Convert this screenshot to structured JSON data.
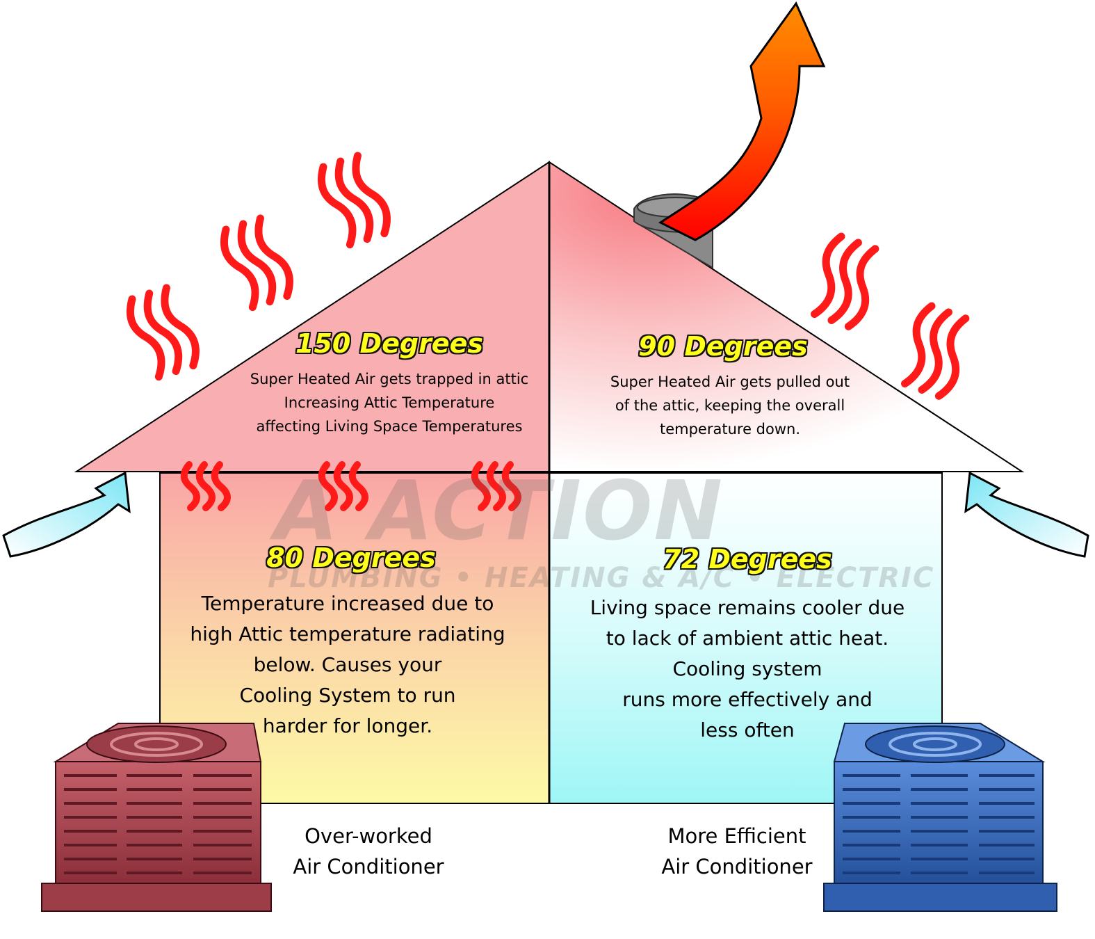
{
  "watermark": {
    "brand": "A ACTION",
    "tagline": "PLUMBING • HEATING & A/C • ELECTRIC"
  },
  "attic_left": {
    "degrees": "150 Degrees",
    "lines": [
      "Super Heated Air gets trapped in attic",
      "Increasing Attic Temperature",
      "affecting Living Space Temperatures"
    ]
  },
  "attic_right": {
    "degrees": "90 Degrees",
    "lines": [
      "Super Heated Air gets pulled out",
      "of the attic, keeping the overall",
      "temperature down."
    ]
  },
  "living_left": {
    "degrees": "80 Degrees",
    "lines": [
      "Temperature increased due to",
      "high Attic temperature radiating",
      "below. Causes your",
      "Cooling System to run",
      "harder for longer."
    ]
  },
  "living_right": {
    "degrees": "72 Degrees",
    "lines": [
      "Living space remains cooler due",
      "to lack of ambient attic heat.",
      "Cooling system",
      "runs more effectively and",
      "less often"
    ]
  },
  "ac_left": {
    "lines": [
      "Over-worked",
      "Air Conditioner"
    ],
    "color": "#c0505f"
  },
  "ac_right": {
    "lines": [
      "More Efficient",
      "Air Conditioner"
    ],
    "color": "#3d6fc4"
  },
  "colors": {
    "heat_wave": "#ff1a1a",
    "attic_left_fill": "#f7a3a8",
    "living_left_fill": "#fdf6a8",
    "living_right_fill": "#aef7f7",
    "intake_arrow": "#9ff0f8",
    "exhaust_arrow": "#ff6a00"
  },
  "icons": [
    "heat-wave-icon",
    "intake-arrow-icon",
    "exhaust-arrow-icon",
    "roof-vent-icon",
    "air-conditioner-icon"
  ]
}
